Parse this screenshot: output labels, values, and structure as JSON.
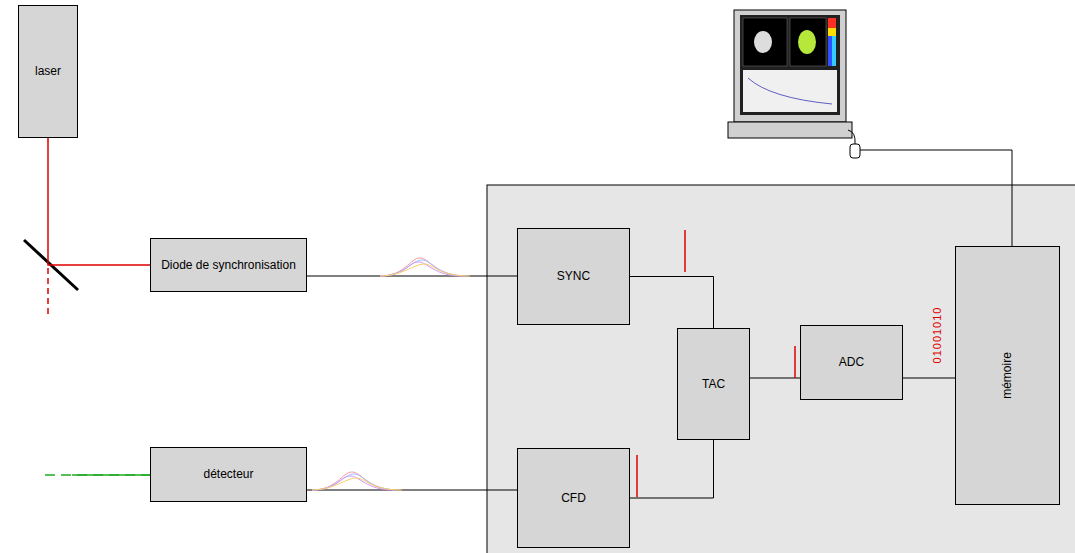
{
  "diagram": {
    "nodes": [
      {
        "text": [
          "laser"
        ]
      },
      {
        "text": [
          "Diode de synchronisation"
        ]
      },
      {
        "text": [
          "SYNC"
        ]
      },
      {
        "text": [
          "TAC"
        ]
      },
      {
        "text": [
          "ADC"
        ]
      },
      {
        "text": [
          "mémoire"
        ]
      },
      {
        "text": [
          "détecteur"
        ]
      },
      {
        "text": [
          "CFD"
        ]
      }
    ],
    "edges": [
      {
        "from": 0,
        "to": 1,
        "arrow": "none"
      },
      {
        "from": 1,
        "to": 2,
        "arrow": "none"
      },
      {
        "from": 2,
        "to": 3,
        "arrow": "none"
      },
      {
        "from": 3,
        "to": 4,
        "arrow": "none"
      },
      {
        "from": 4,
        "to": 5,
        "arrow": "none"
      },
      {
        "from": 6,
        "to": 7,
        "arrow": "none"
      },
      {
        "from": 7,
        "to": 3,
        "arrow": "none"
      }
    ],
    "labels": [
      "01001010"
    ]
  }
}
